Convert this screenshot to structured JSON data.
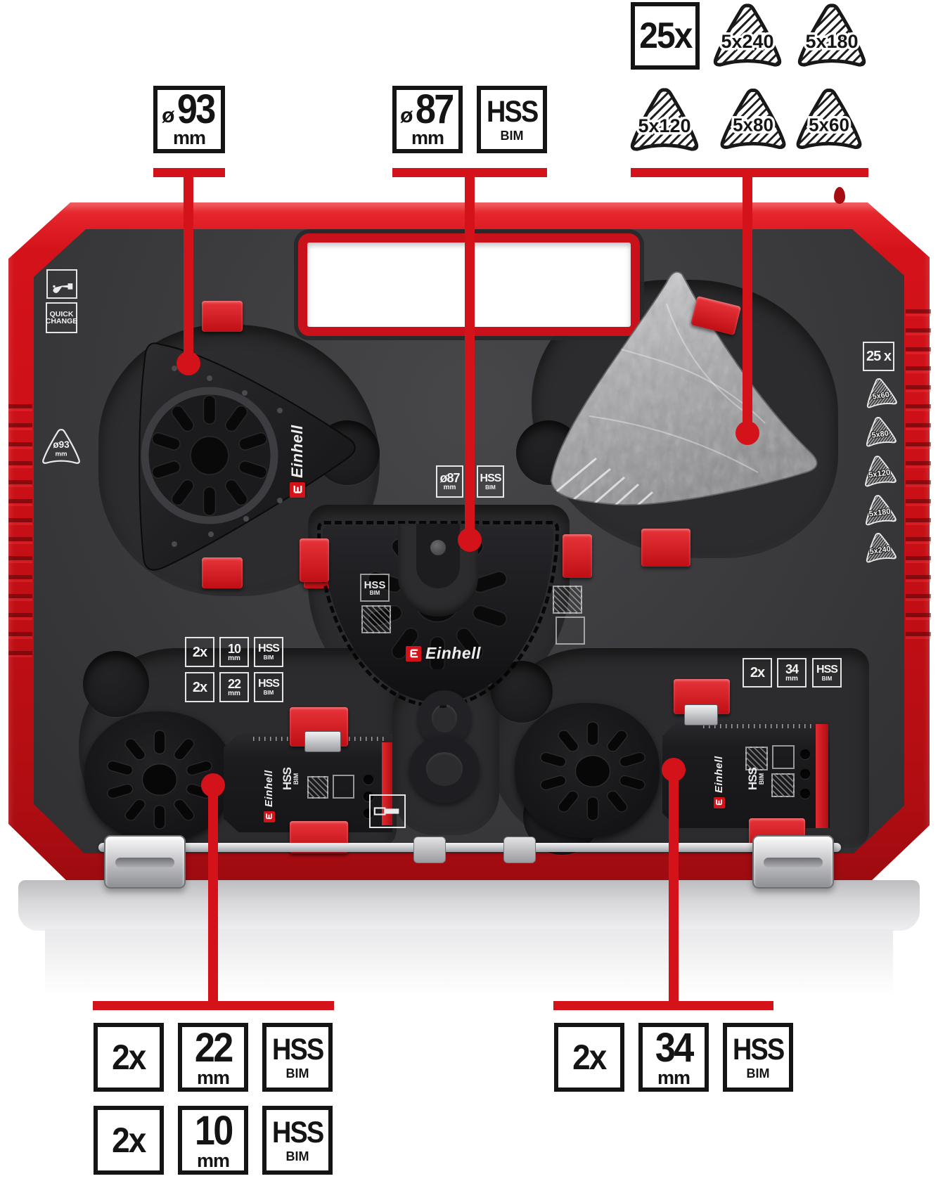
{
  "brand": {
    "logo": "Einhell"
  },
  "colors": {
    "accent_red": "#d4121a",
    "case_red": "#c90f16",
    "foam_gray": "#3a3a3d"
  },
  "top_callouts": {
    "left": {
      "sym": "ø",
      "num": "93",
      "unit": "mm"
    },
    "center": {
      "sym": "ø",
      "num": "87",
      "unit": "mm",
      "mat": "HSS",
      "mat_sub": "BIM"
    },
    "right": {
      "count": "25x",
      "pads": [
        {
          "label": "5x240"
        },
        {
          "label": "5x180"
        },
        {
          "label": "5x120"
        },
        {
          "label": "5x80"
        },
        {
          "label": "5x60"
        }
      ]
    }
  },
  "case_markings": {
    "quick_change": {
      "line1": "QUICK",
      "line2": "CHANGE"
    },
    "pad_size": {
      "label": "ø93",
      "unit": "mm"
    },
    "mid_spec": {
      "label": "ø87",
      "unit": "mm",
      "mat": "HSS",
      "mat_sub": "BIM"
    },
    "pad_count": "25 x",
    "pad_grits": [
      {
        "label": "5x60"
      },
      {
        "label": "5x80"
      },
      {
        "label": "5x120"
      },
      {
        "label": "5x180"
      },
      {
        "label": "5x240"
      }
    ],
    "left_specs": [
      {
        "qty": "2x",
        "size": "10",
        "unit": "mm",
        "mat": "HSS",
        "mat_sub": "BIM"
      },
      {
        "qty": "2x",
        "size": "22",
        "unit": "mm",
        "mat": "HSS",
        "mat_sub": "BIM"
      }
    ],
    "right_specs": [
      {
        "qty": "2x",
        "size": "34",
        "unit": "mm",
        "mat": "HSS",
        "mat_sub": "BIM"
      }
    ],
    "blade_marking": {
      "mat": "HSS",
      "mat_sub": "BIM"
    }
  },
  "bottom_callouts": {
    "left_rows": [
      {
        "qty": "2x",
        "size": "22",
        "unit": "mm",
        "mat": "HSS",
        "mat_sub": "BIM"
      },
      {
        "qty": "2x",
        "size": "10",
        "unit": "mm",
        "mat": "HSS",
        "mat_sub": "BIM"
      }
    ],
    "right_rows": [
      {
        "qty": "2x",
        "size": "34",
        "unit": "mm",
        "mat": "HSS",
        "mat_sub": "BIM"
      }
    ]
  }
}
